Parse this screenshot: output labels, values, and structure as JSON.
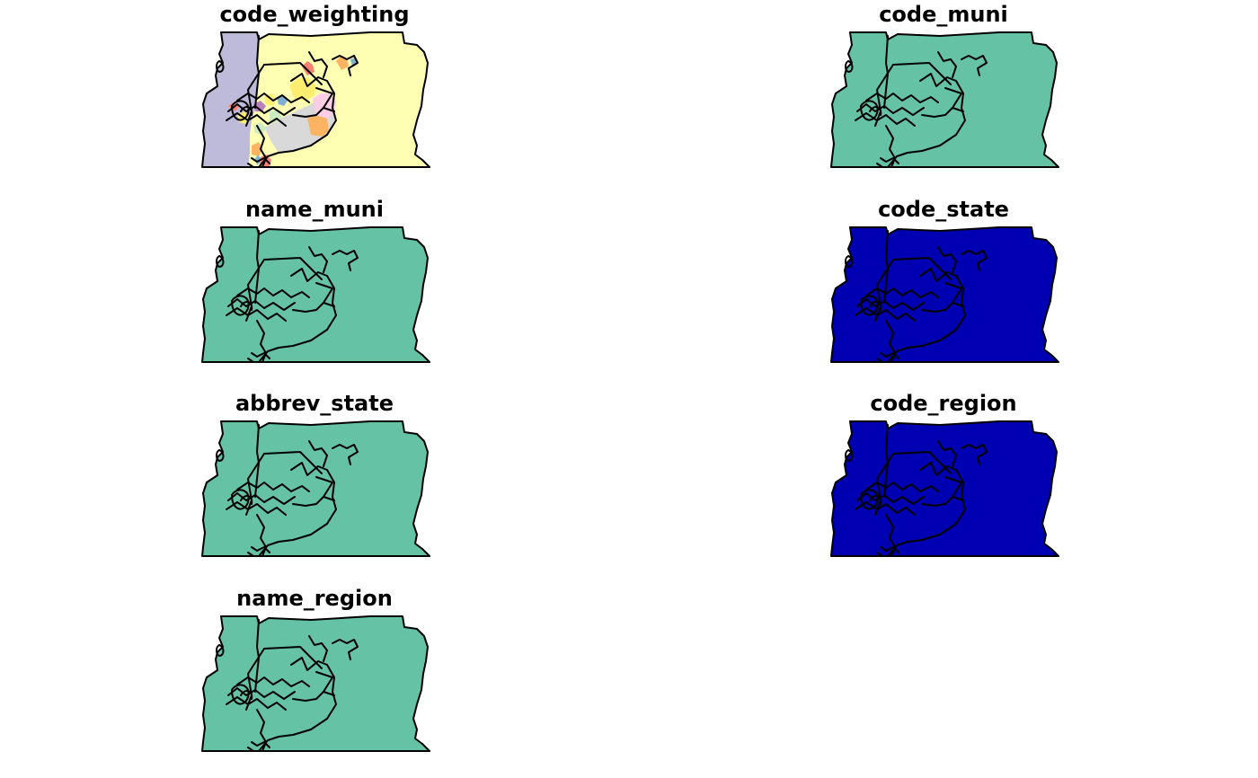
{
  "panels": [
    {
      "title": "code_weighting",
      "fill": "#ffffb3",
      "categorical": true
    },
    {
      "title": "code_muni",
      "fill": "#66c2a5"
    },
    {
      "title": "name_muni",
      "fill": "#66c2a5"
    },
    {
      "title": "code_state",
      "fill": "#0000b3"
    },
    {
      "title": "abbrev_state",
      "fill": "#66c2a5"
    },
    {
      "title": "code_region",
      "fill": "#0000b3"
    },
    {
      "title": "name_region",
      "fill": "#66c2a5"
    }
  ],
  "area_colors": [
    "#bebada",
    "#ffffb3",
    "#d9d9d9",
    "#fccde5",
    "#fdb462",
    "#fb8072",
    "#b3de69",
    "#80b1d3",
    "#bc80bd",
    "#ffed6f",
    "#ccebc5"
  ]
}
